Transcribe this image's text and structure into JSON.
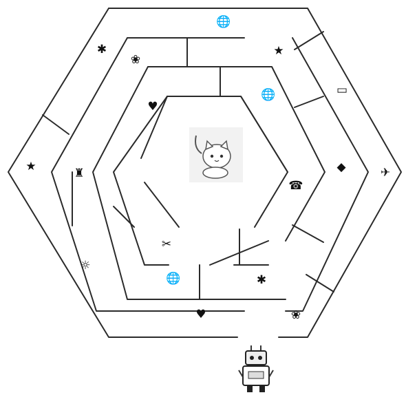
{
  "colors": {
    "wall": "#2a2a2a",
    "symbol": "#111111",
    "background": "#ffffff"
  },
  "goal": {
    "character": "cat",
    "icon": "cat-icon"
  },
  "player": {
    "character": "robot",
    "icon": "robot-icon"
  },
  "symbols": [
    {
      "id": "globe-top",
      "icon": "globe-icon",
      "glyph": "🌐"
    },
    {
      "id": "asterisk-upper-left",
      "icon": "asterisk-icon",
      "glyph": "✱"
    },
    {
      "id": "flower-upper-left",
      "icon": "flower-icon",
      "glyph": "❀"
    },
    {
      "id": "star-upper-right",
      "icon": "star-icon",
      "glyph": "★"
    },
    {
      "id": "book-right",
      "icon": "book-icon",
      "glyph": "▭"
    },
    {
      "id": "globe-inner-right",
      "icon": "globe-icon",
      "glyph": "🌐"
    },
    {
      "id": "heart-inner-left",
      "icon": "heart-icon",
      "glyph": "♥"
    },
    {
      "id": "star-left",
      "icon": "star-icon",
      "glyph": "★"
    },
    {
      "id": "tower-left",
      "icon": "tower-icon",
      "glyph": "♜"
    },
    {
      "id": "diamond-right",
      "icon": "diamond-icon",
      "glyph": "◆"
    },
    {
      "id": "plane-right",
      "icon": "airplane-icon",
      "glyph": "✈"
    },
    {
      "id": "phone-right",
      "icon": "telephone-icon",
      "glyph": "☎"
    },
    {
      "id": "scissors-lower-left",
      "icon": "scissors-icon",
      "glyph": "✂"
    },
    {
      "id": "sun-lower-left",
      "icon": "sun-icon",
      "glyph": "☼"
    },
    {
      "id": "globe-bottom",
      "icon": "globe-icon",
      "glyph": "🌐"
    },
    {
      "id": "asterisk-bottom",
      "icon": "asterisk-icon",
      "glyph": "✱"
    },
    {
      "id": "heart-bottom",
      "icon": "heart-icon",
      "glyph": "♥"
    },
    {
      "id": "flower-bottom-right",
      "icon": "flower-icon",
      "glyph": "❀"
    }
  ]
}
